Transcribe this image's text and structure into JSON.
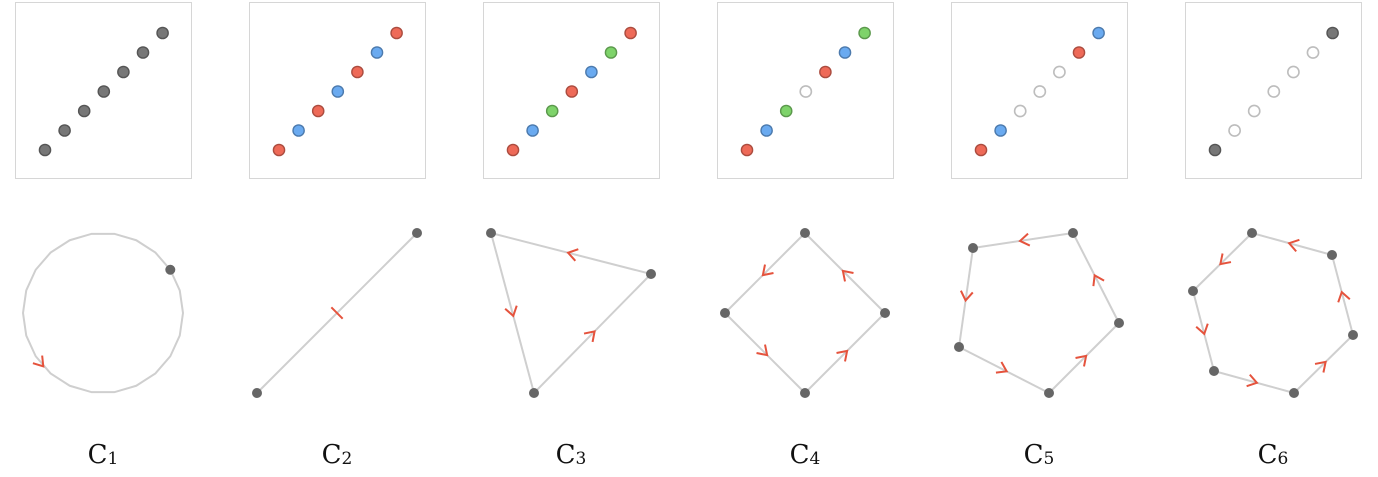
{
  "panels": [
    {
      "letter": "C",
      "index": "1",
      "points": [
        {
          "color": "#777777"
        },
        {
          "color": "#777777"
        },
        {
          "color": "#777777"
        },
        {
          "color": "#777777"
        },
        {
          "color": "#777777"
        },
        {
          "color": "#777777"
        },
        {
          "color": "#777777"
        }
      ]
    },
    {
      "letter": "C",
      "index": "2",
      "points": [
        {
          "color": "#ee6a58"
        },
        {
          "color": "#6aaaf0"
        },
        {
          "color": "#ee6a58"
        },
        {
          "color": "#6aaaf0"
        },
        {
          "color": "#ee6a58"
        },
        {
          "color": "#6aaaf0"
        },
        {
          "color": "#ee6a58"
        }
      ]
    },
    {
      "letter": "C",
      "index": "3",
      "points": [
        {
          "color": "#ee6a58"
        },
        {
          "color": "#6aaaf0"
        },
        {
          "color": "#7ed36a"
        },
        {
          "color": "#ee6a58"
        },
        {
          "color": "#6aaaf0"
        },
        {
          "color": "#7ed36a"
        },
        {
          "color": "#ee6a58"
        }
      ]
    },
    {
      "letter": "C",
      "index": "4",
      "points": [
        {
          "color": "#ee6a58"
        },
        {
          "color": "#6aaaf0"
        },
        {
          "color": "#7ed36a"
        },
        {
          "color": "none"
        },
        {
          "color": "#ee6a58"
        },
        {
          "color": "#6aaaf0"
        },
        {
          "color": "#7ed36a"
        }
      ]
    },
    {
      "letter": "C",
      "index": "5",
      "points": [
        {
          "color": "#ee6a58"
        },
        {
          "color": "#6aaaf0"
        },
        {
          "color": "none"
        },
        {
          "color": "none"
        },
        {
          "color": "none"
        },
        {
          "color": "#ee6a58"
        },
        {
          "color": "#6aaaf0"
        }
      ]
    },
    {
      "letter": "C",
      "index": "6",
      "points": [
        {
          "color": "#777777"
        },
        {
          "color": "none"
        },
        {
          "color": "none"
        },
        {
          "color": "none"
        },
        {
          "color": "none"
        },
        {
          "color": "none"
        },
        {
          "color": "#777777"
        }
      ]
    }
  ],
  "colors": {
    "red": "#ee6a58",
    "blue": "#6aaaf0",
    "green": "#7ed36a",
    "gray": "#777777",
    "hollow_stroke": "#bdbdbd",
    "node": "#666666",
    "edge": "#cfcfcf",
    "arrow": "#e5533d",
    "frame": "#d6d6d6"
  }
}
